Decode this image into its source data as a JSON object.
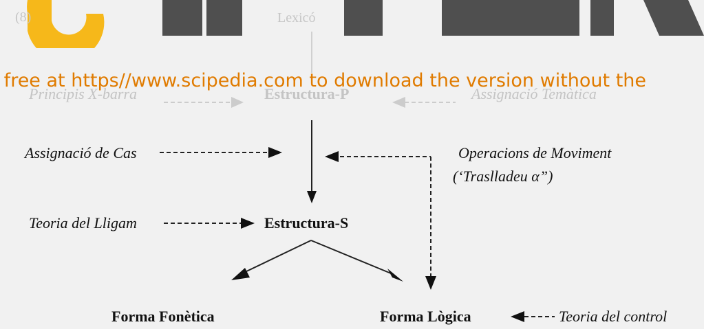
{
  "diagram": {
    "number": "(8)",
    "nodes": {
      "lexico": "Lexicó",
      "estructura_p": "Estructura-P",
      "estructura_s": "Estructura-S",
      "forma_fonetica": "Forma Fonètica",
      "forma_logica": "Forma Lògica"
    },
    "modules": {
      "principis_x_barra": "Principis X-barra",
      "assignacio_tematica": "Assignació Temàtica",
      "assignacio_cas": "Assignació de Cas",
      "operacions_moviment_1": "Operacions de Moviment",
      "operacions_moviment_2": "(‘Traslladeu α”)",
      "teoria_lligam": "Teoria del Lligam",
      "teoria_control": "Teoria del control"
    }
  },
  "watermark": {
    "banner_text": "r free at https//www.scipedia.com to download the version without the",
    "logo_text": "SCIPEDIA",
    "colors": {
      "logo_yellow": "#f6b81a",
      "logo_gray": "#4f4f4f",
      "banner": "#e07b00"
    }
  }
}
